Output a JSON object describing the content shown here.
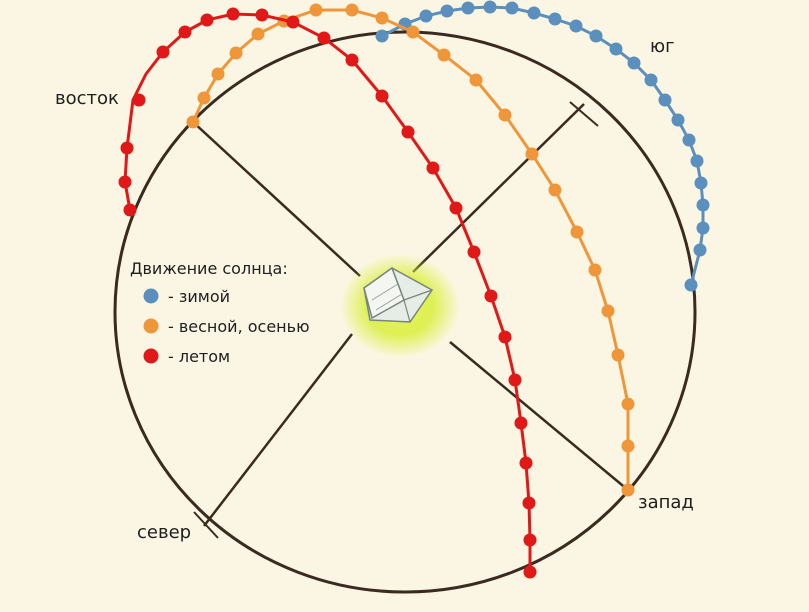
{
  "directions": {
    "east": "восток",
    "south": "юг",
    "west": "запад",
    "north": "север"
  },
  "legend": {
    "title": "Движение солнца:",
    "items": [
      {
        "key": "winter",
        "label": "- зимой",
        "color": "#5b8fbd"
      },
      {
        "key": "spring_autumn",
        "label": "- весной, осенью",
        "color": "#f0963a"
      },
      {
        "key": "summer",
        "label": "- летом",
        "color": "#e01818"
      }
    ]
  },
  "colors": {
    "background": "#fbf6e3",
    "circle": "#3a2a20",
    "house_glow": "#d8ef3a"
  },
  "icons": {
    "center": "greenhouse-icon"
  }
}
